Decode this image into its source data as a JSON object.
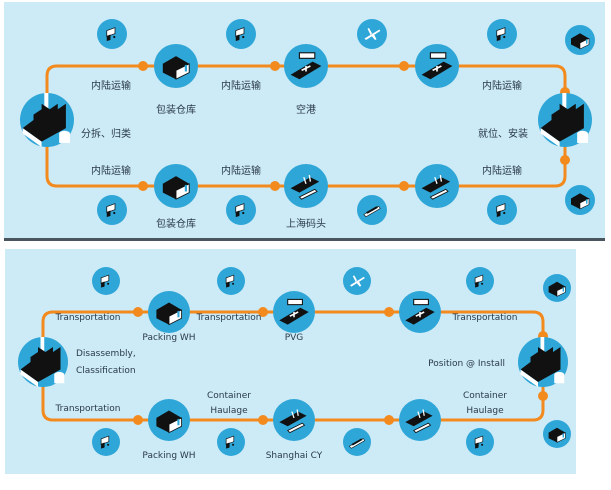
{
  "colors": {
    "panel_bg": "#cdebf6",
    "circle": "#2fa6d8",
    "route": "#f28a1e",
    "icon": "#111111",
    "divider": "#4a5560"
  },
  "chinese_panel": {
    "origin": "分拆、归类",
    "destination": "就位、安装",
    "top_route": {
      "leg1": "内陆运输",
      "node1": "包装仓库",
      "leg2": "内陆运输",
      "node2": "空港",
      "leg3": "内陆运输"
    },
    "bottom_route": {
      "leg1": "内陆运输",
      "node1": "包装仓库",
      "leg2": "内陆运输",
      "node2": "上海码头",
      "leg3": "内陆运输"
    }
  },
  "english_panel": {
    "origin_line1": "Disassembly,",
    "origin_line2": "Classification",
    "destination": "Position @ Install",
    "top_route": {
      "leg1": "Transportation",
      "node1": "Packing WH",
      "leg2": "Transportation",
      "node2": "PVG",
      "leg3": "Transportation"
    },
    "bottom_route": {
      "leg1": "Transportation",
      "node1": "Packing WH",
      "leg2_line1": "Container",
      "leg2_line2": "Haulage",
      "node2": "Shanghai CY",
      "leg3_line1": "Container",
      "leg3_line2": "Haulage"
    }
  }
}
